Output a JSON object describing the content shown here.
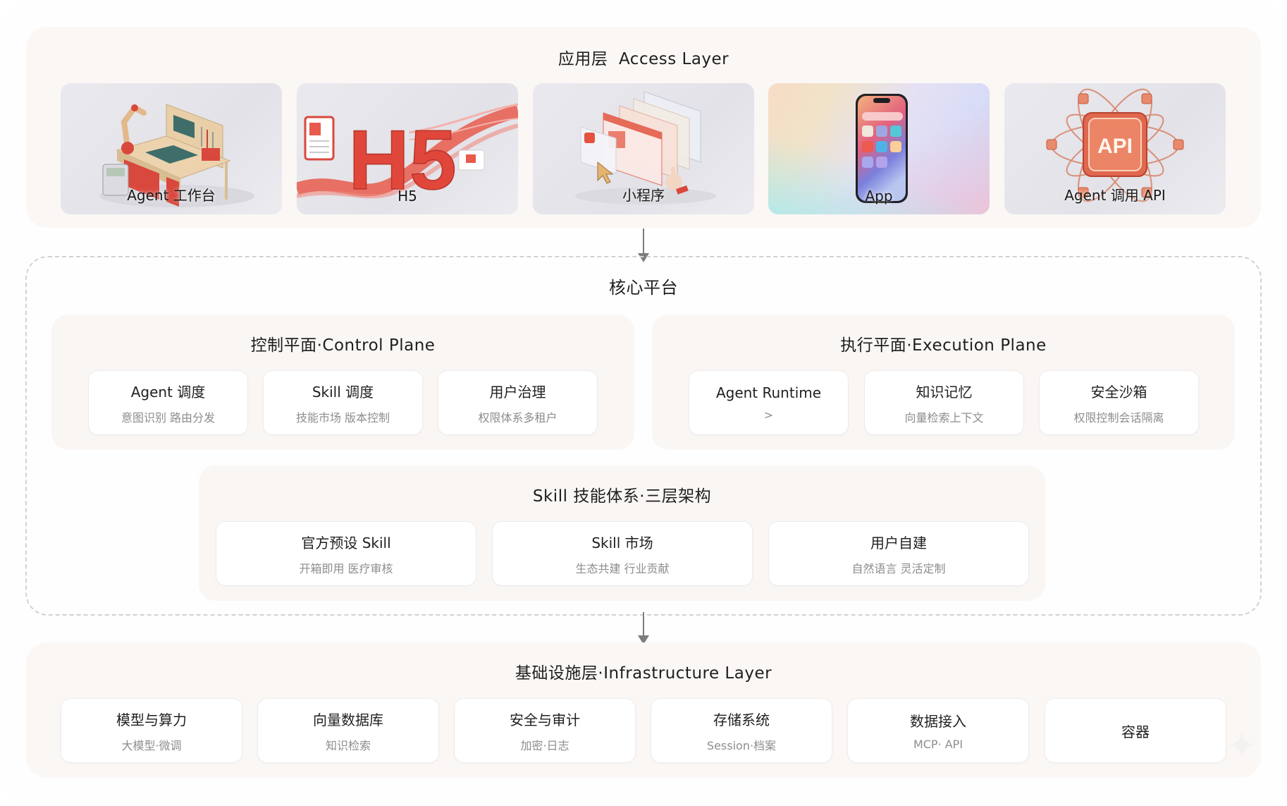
{
  "access_layer": {
    "title": "应用层  Access Layer",
    "cards": [
      {
        "label": "Agent 工作台",
        "icon": "workbench-desk-icon"
      },
      {
        "label": "H5",
        "icon": "h5-icon"
      },
      {
        "label": "小程序",
        "icon": "mini-program-windows-icon"
      },
      {
        "label": "App",
        "icon": "smartphone-icon"
      },
      {
        "label": "Agent 调用 API",
        "icon": "api-chip-icon"
      }
    ]
  },
  "core_platform": {
    "title": "核心平台",
    "control_plane": {
      "title": "控制平面·Control Plane",
      "cards": [
        {
          "title": "Agent 调度",
          "subtitle": "意图识别 路由分发"
        },
        {
          "title": "Skill 调度",
          "subtitle": "技能市场 版本控制"
        },
        {
          "title": "用户治理",
          "subtitle": "权限体系多租户"
        }
      ]
    },
    "execution_plane": {
      "title": "执行平面·Execution Plane",
      "cards": [
        {
          "title": "Agent Runtime",
          "subtitle": ">"
        },
        {
          "title": "知识记忆",
          "subtitle": "向量检索上下文"
        },
        {
          "title": "安全沙箱",
          "subtitle": "权限控制会话隔离"
        }
      ]
    },
    "skill_system": {
      "title": "Skill 技能体系·三层架构",
      "cards": [
        {
          "title": "官方预设 Skill",
          "subtitle": "开箱即用 医疗审核"
        },
        {
          "title": "Skill 市场",
          "subtitle": "生态共建 行业贡献"
        },
        {
          "title": "用户自建",
          "subtitle": "自然语言 灵活定制"
        }
      ]
    }
  },
  "infrastructure_layer": {
    "title": "基础设施层·Infrastructure Layer",
    "cards": [
      {
        "title": "模型与算力",
        "subtitle": "大模型·微调"
      },
      {
        "title": "向量数据库",
        "subtitle": "知识检索"
      },
      {
        "title": "安全与审计",
        "subtitle": "加密·日志"
      },
      {
        "title": "存储系统",
        "subtitle": "Session·档案"
      },
      {
        "title": "数据接入",
        "subtitle": "MCP· API"
      },
      {
        "title": "容器",
        "subtitle": ""
      }
    ]
  },
  "colors": {
    "panel_bg": "#fbf7f5",
    "card_bg": "#ffffff",
    "accent_red": "#e2503f",
    "arrow": "#7d7d7d",
    "dashed_border": "#d2d2d6",
    "subtitle_text": "#8d8d8d"
  }
}
